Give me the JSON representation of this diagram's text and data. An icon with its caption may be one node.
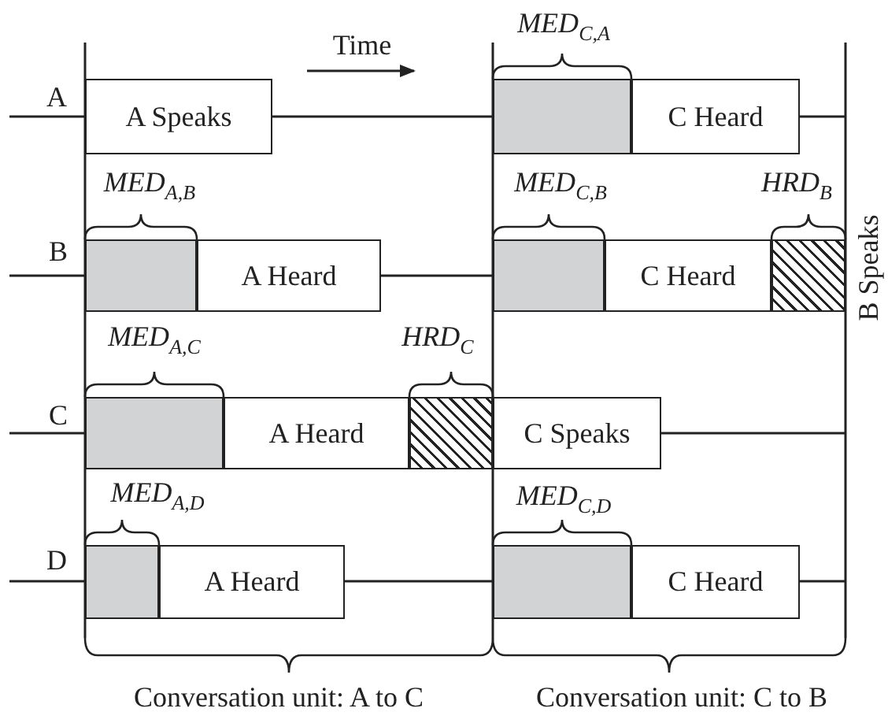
{
  "diagram": {
    "nodes": [
      {
        "text": [
          "A Speaks"
        ]
      },
      {
        "text": [],
        "shape": "box"
      },
      {
        "text": [
          "C Heard"
        ]
      },
      {
        "text": [],
        "shape": "box"
      },
      {
        "text": [
          "A Heard"
        ]
      },
      {
        "text": [],
        "shape": "box"
      },
      {
        "text": [
          "C Heard"
        ]
      },
      {
        "text": [],
        "shape": "box"
      },
      {
        "text": [],
        "shape": "box"
      },
      {
        "text": [
          "A Heard"
        ]
      },
      {
        "text": [],
        "shape": "box"
      },
      {
        "text": [
          "C Speaks"
        ]
      },
      {
        "text": [],
        "shape": "box"
      },
      {
        "text": [
          "A Heard"
        ]
      },
      {
        "text": [],
        "shape": "box"
      },
      {
        "text": [
          "C Heard"
        ]
      }
    ],
    "edges": [],
    "labels": [
      "Time",
      "MED$_{C,A}$",
      "A",
      "MED$_{A,B}$",
      "MED$_{C,B}$",
      "HRD$_{B}$",
      "B",
      "B Speaks",
      "MED$_{A,C}$",
      "HRD$_{C}$",
      "C",
      "MED$_{A,D}$",
      "MED$_{C,D}$",
      "D",
      "Conversation unit: A to C",
      "Conversation unit: C to B"
    ]
  }
}
